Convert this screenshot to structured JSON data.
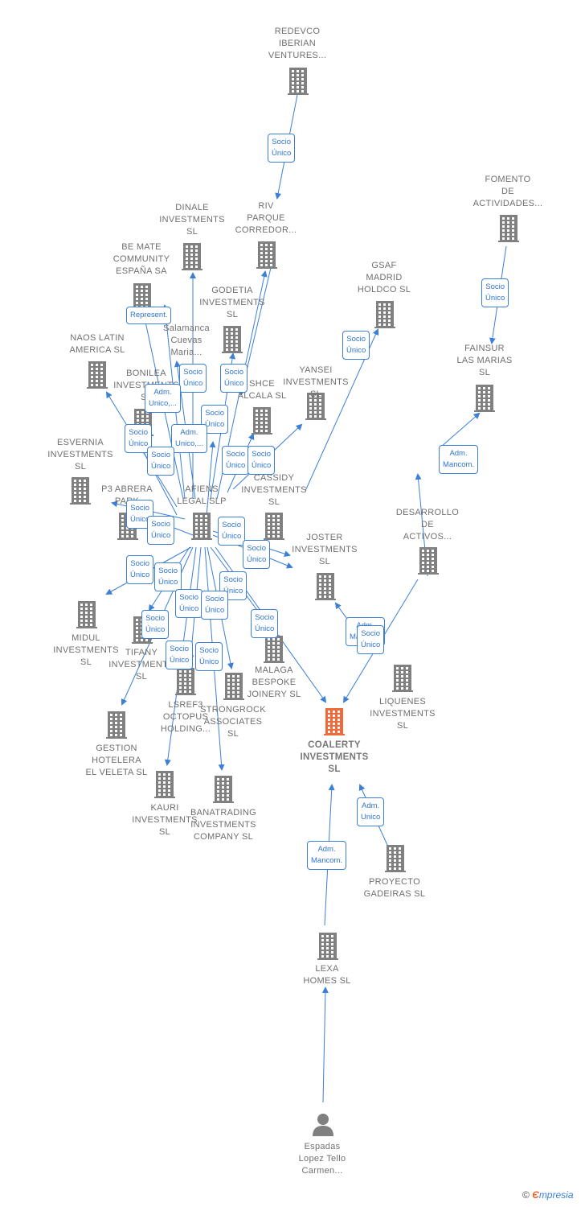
{
  "colors": {
    "edge": "#3c7fd6",
    "company": "#808080",
    "focus": "#f26a3a",
    "person": "#808080"
  },
  "brand": {
    "copyright": "©",
    "e": "Є",
    "rest": "mpresia"
  },
  "nodes": [
    {
      "id": "redevco",
      "label": "REDEVCO\nIBERIAN\nVENTURES...",
      "type": "company"
    },
    {
      "id": "riv",
      "label": "RIV\nPARQUE\nCORREDOR...",
      "type": "company"
    },
    {
      "id": "dinale",
      "label": "DINALE\nINVESTMENTS\nSL",
      "type": "company"
    },
    {
      "id": "bemate",
      "label": "BE MATE\nCOMMUNITY\nESPAÑA SA",
      "type": "company"
    },
    {
      "id": "godetia",
      "label": "GODETIA\nINVESTMENTS\nSL",
      "type": "company"
    },
    {
      "id": "gsaf",
      "label": "GSAF\nMADRID\nHOLDCO  SL",
      "type": "company"
    },
    {
      "id": "fomento",
      "label": "FOMENTO\nDE\nACTIVIDADES...",
      "type": "company"
    },
    {
      "id": "fainsur",
      "label": "FAINSUR\nLAS MARIAS\nSL",
      "type": "company"
    },
    {
      "id": "naos",
      "label": "NAOS LATIN\nAMERICA  SL",
      "type": "company"
    },
    {
      "id": "salamanca",
      "label": "Salamanca\nCuevas\nMaria...",
      "type": "person"
    },
    {
      "id": "bonilea",
      "label": "BONILEA\nINVESTMENTS\nSL",
      "type": "company"
    },
    {
      "id": "shce",
      "label": "SHCE\nALCALA  SL",
      "type": "company"
    },
    {
      "id": "yansei",
      "label": "YANSEI\nINVESTMENTS\nSL",
      "type": "company"
    },
    {
      "id": "esvernia",
      "label": "ESVERNIA\nINVESTMENTS\nSL",
      "type": "company"
    },
    {
      "id": "p3abrera",
      "label": "P3 ABRERA\nPARK",
      "type": "company"
    },
    {
      "id": "afiens",
      "label": "AFIENS\nLEGAL  SLP",
      "type": "company"
    },
    {
      "id": "cassidy",
      "label": "CASSIDY\nINVESTMENTS\nSL",
      "type": "company"
    },
    {
      "id": "desarrollo",
      "label": "DESARROLLO\nDE\nACTIVOS...",
      "type": "company"
    },
    {
      "id": "joster",
      "label": "JOSTER\nINVESTMENTS\nSL",
      "type": "company"
    },
    {
      "id": "midul",
      "label": "MIDUL\nINVESTMENTS\nSL",
      "type": "company"
    },
    {
      "id": "tifany",
      "label": "TIFANY\nINVESTMENTS\nSL",
      "type": "company"
    },
    {
      "id": "malaga",
      "label": "MALAGA\nBESPOKE\nJOINERY  SL",
      "type": "company"
    },
    {
      "id": "liquenes",
      "label": "LIQUENES\nINVESTMENTS\nSL",
      "type": "company"
    },
    {
      "id": "lsref3",
      "label": "LSREF3\nOCTOPUS\nHOLDING...",
      "type": "company"
    },
    {
      "id": "strongrock",
      "label": "STRONGROCK\nASSOCIATES\nSL",
      "type": "company"
    },
    {
      "id": "gestion",
      "label": "GESTION\nHOTELERA\nEL VELETA  SL",
      "type": "company"
    },
    {
      "id": "coalerty",
      "label": "COALERTY\nINVESTMENTS\nSL",
      "type": "focus"
    },
    {
      "id": "kauri",
      "label": "KAURI\nINVESTMENTS\nSL",
      "type": "company"
    },
    {
      "id": "banatrading",
      "label": "BANATRADING\nINVESTMENTS\nCOMPANY  SL",
      "type": "company"
    },
    {
      "id": "proyecto",
      "label": "PROYECTO\nGADEIRAS  SL",
      "type": "company"
    },
    {
      "id": "lexa",
      "label": "LEXA\nHOMES  SL",
      "type": "company"
    },
    {
      "id": "espadas",
      "label": "Espadas\nLopez Tello\nCarmen...",
      "type": "person"
    }
  ],
  "relations": [
    {
      "id": "r01",
      "label": "Socio\nÚnico"
    },
    {
      "id": "r02",
      "label": "Socio\nÚnico"
    },
    {
      "id": "r03",
      "label": "Represent."
    },
    {
      "id": "r04",
      "label": "Socio\nÚnico"
    },
    {
      "id": "r05",
      "label": "Socio\nÚnico"
    },
    {
      "id": "r06",
      "label": "Socio\nÚnico"
    },
    {
      "id": "r07",
      "label": "Adm.\nUnico,..."
    },
    {
      "id": "r08",
      "label": "Socio\nÚnico"
    },
    {
      "id": "r09",
      "label": "Socio\nÚnico"
    },
    {
      "id": "r10",
      "label": "Adm.\nUnico,..."
    },
    {
      "id": "r11",
      "label": "Socio\nÚnico"
    },
    {
      "id": "r12",
      "label": "Socio\nÚnico"
    },
    {
      "id": "r13",
      "label": "Socio\nÚnico"
    },
    {
      "id": "r14",
      "label": "Adm.\nMancom."
    },
    {
      "id": "r15",
      "label": "Socio\nÚnico"
    },
    {
      "id": "r16",
      "label": "Socio\nÚnico"
    },
    {
      "id": "r17",
      "label": "Socio\nÚnico"
    },
    {
      "id": "r18",
      "label": "Socio\nÚnico"
    },
    {
      "id": "r19",
      "label": "Socio\nÚnico"
    },
    {
      "id": "r20",
      "label": "Socio\nÚnico"
    },
    {
      "id": "r21",
      "label": "Socio\nÚnico"
    },
    {
      "id": "r22",
      "label": "Socio\nÚnico"
    },
    {
      "id": "r23",
      "label": "Socio\nÚnico"
    },
    {
      "id": "r24",
      "label": "Socio\nÚnico"
    },
    {
      "id": "r25",
      "label": "Socio\nÚnico"
    },
    {
      "id": "r26",
      "label": "Socio\nÚnico"
    },
    {
      "id": "r27",
      "label": "Socio\nÚnico"
    },
    {
      "id": "r28",
      "label": "Adm.\nMancom."
    },
    {
      "id": "r29",
      "label": "Socio\nÚnico"
    },
    {
      "id": "r30",
      "label": "Adm.\nMancom."
    },
    {
      "id": "r31",
      "label": "Adm.\nUnico"
    }
  ]
}
